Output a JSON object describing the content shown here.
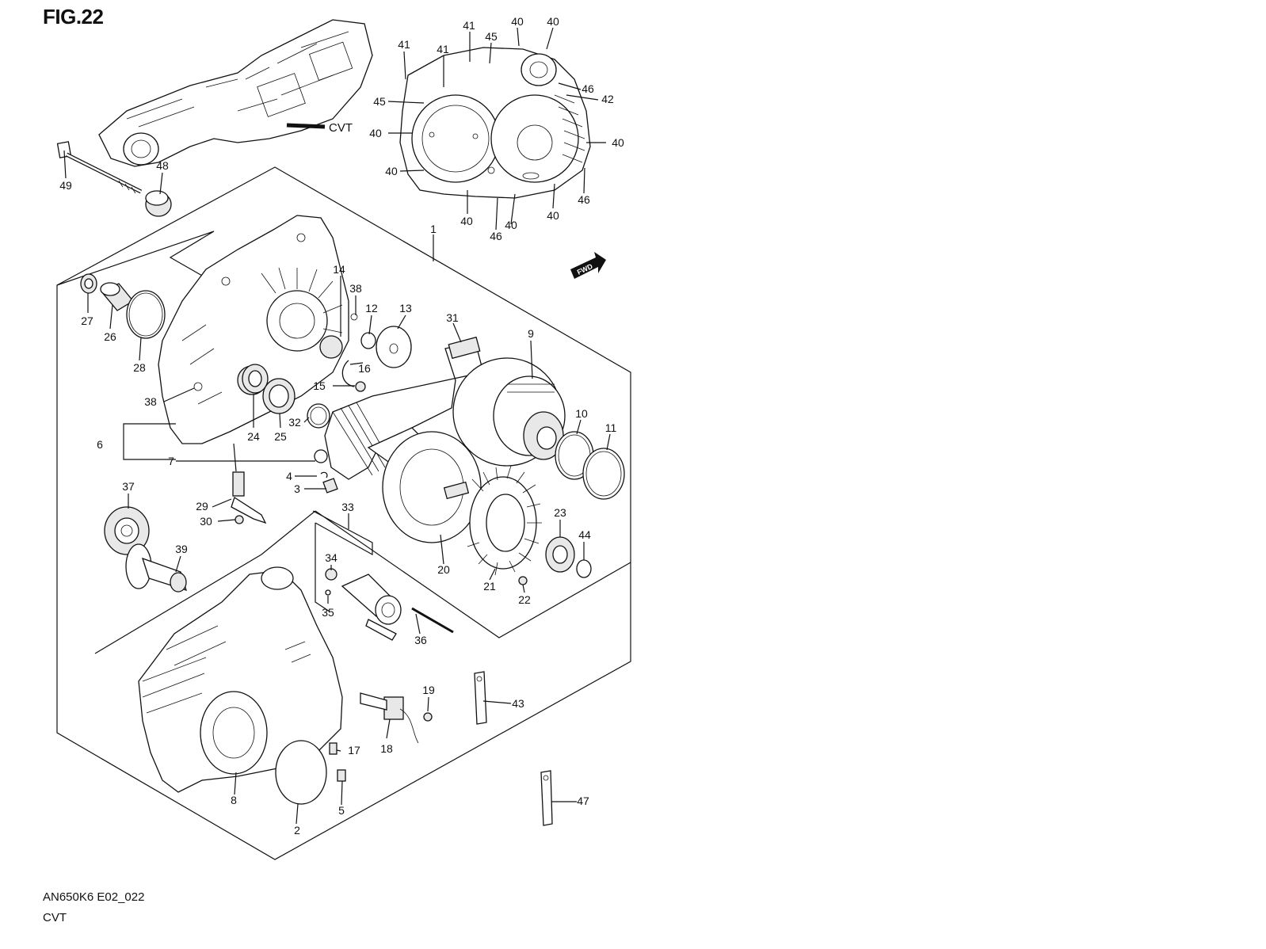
{
  "figure": {
    "title": "FIG.22",
    "model_code": "AN650K6 E02_022",
    "section_name": "CVT",
    "cvt_callout": "CVT",
    "fwd_badge": "FWD"
  },
  "callouts": [
    {
      "id": "1",
      "text": "1"
    },
    {
      "id": "2",
      "text": "2"
    },
    {
      "id": "3",
      "text": "3"
    },
    {
      "id": "4",
      "text": "4"
    },
    {
      "id": "5",
      "text": "5"
    },
    {
      "id": "6",
      "text": "6"
    },
    {
      "id": "7",
      "text": "7"
    },
    {
      "id": "8",
      "text": "8"
    },
    {
      "id": "9",
      "text": "9"
    },
    {
      "id": "10",
      "text": "10"
    },
    {
      "id": "11",
      "text": "11"
    },
    {
      "id": "12",
      "text": "12"
    },
    {
      "id": "13",
      "text": "13"
    },
    {
      "id": "14",
      "text": "14"
    },
    {
      "id": "15",
      "text": "15"
    },
    {
      "id": "16",
      "text": "16"
    },
    {
      "id": "17",
      "text": "17"
    },
    {
      "id": "18",
      "text": "18"
    },
    {
      "id": "19",
      "text": "19"
    },
    {
      "id": "20",
      "text": "20"
    },
    {
      "id": "21",
      "text": "21"
    },
    {
      "id": "22",
      "text": "22"
    },
    {
      "id": "23",
      "text": "23"
    },
    {
      "id": "24",
      "text": "24"
    },
    {
      "id": "25",
      "text": "25"
    },
    {
      "id": "26",
      "text": "26"
    },
    {
      "id": "27",
      "text": "27"
    },
    {
      "id": "28",
      "text": "28"
    },
    {
      "id": "29",
      "text": "29"
    },
    {
      "id": "30",
      "text": "30"
    },
    {
      "id": "31",
      "text": "31"
    },
    {
      "id": "32",
      "text": "32"
    },
    {
      "id": "33",
      "text": "33"
    },
    {
      "id": "34",
      "text": "34"
    },
    {
      "id": "35",
      "text": "35"
    },
    {
      "id": "36",
      "text": "36"
    },
    {
      "id": "37",
      "text": "37"
    },
    {
      "id": "38a",
      "text": "38"
    },
    {
      "id": "38b",
      "text": "38"
    },
    {
      "id": "39",
      "text": "39"
    },
    {
      "id": "40a",
      "text": "40"
    },
    {
      "id": "40b",
      "text": "40"
    },
    {
      "id": "40c",
      "text": "40"
    },
    {
      "id": "40d",
      "text": "40"
    },
    {
      "id": "40e",
      "text": "40"
    },
    {
      "id": "40f",
      "text": "40"
    },
    {
      "id": "40g",
      "text": "40"
    },
    {
      "id": "40h",
      "text": "40"
    },
    {
      "id": "41a",
      "text": "41"
    },
    {
      "id": "41b",
      "text": "41"
    },
    {
      "id": "41c",
      "text": "41"
    },
    {
      "id": "42",
      "text": "42"
    },
    {
      "id": "43",
      "text": "43"
    },
    {
      "id": "44",
      "text": "44"
    },
    {
      "id": "45a",
      "text": "45"
    },
    {
      "id": "45b",
      "text": "45"
    },
    {
      "id": "46a",
      "text": "46"
    },
    {
      "id": "46b",
      "text": "46"
    },
    {
      "id": "46c",
      "text": "46"
    },
    {
      "id": "47",
      "text": "47"
    },
    {
      "id": "48",
      "text": "48"
    },
    {
      "id": "49",
      "text": "49"
    }
  ]
}
